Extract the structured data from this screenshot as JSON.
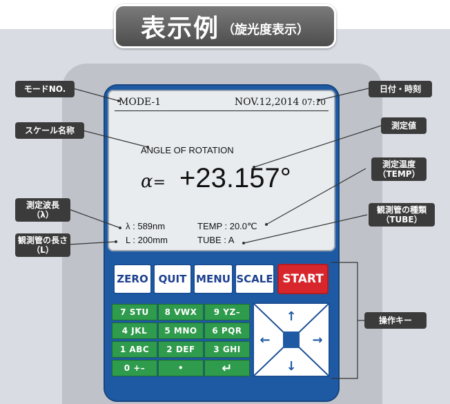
{
  "title": {
    "main": "表示例",
    "sub": "（旋光度表示）"
  },
  "screen": {
    "mode": "MODE-1",
    "date": "NOV.12,2014",
    "time": "07:10",
    "scale_name": "ANGLE OF ROTATION",
    "alpha_symbol": "α",
    "alpha_eq": "=",
    "value": "+23.157°",
    "wavelength": "λ : 589nm",
    "temp": "TEMP : 20.0℃",
    "length": "L : 200mm",
    "tube": "TUBE : A"
  },
  "function_keys": [
    "ZERO",
    "QUIT",
    "MENU",
    "SCALE",
    "START"
  ],
  "numpad": [
    [
      "7 STU",
      "8 VWX",
      "9 YZ–"
    ],
    [
      "4 JKL",
      "5 MNO",
      "6 PQR"
    ],
    [
      "1 ABC",
      "2 DEF",
      "3 GHI"
    ],
    [
      "0 +–",
      "•",
      "↵"
    ]
  ],
  "dpad": {
    "up": "↑",
    "down": "↓",
    "left": "←",
    "right": "→"
  },
  "callouts": {
    "mode_no": "モードNO.",
    "scale_name": "スケール名称",
    "wavelength_l1": "測定波長",
    "wavelength_l2": "（λ）",
    "tube_length_l1": "観測管の長さ",
    "tube_length_l2": "（L）",
    "datetime": "日付・時刻",
    "measured_value": "測定値",
    "temp_l1": "測定温度",
    "temp_l2": "（TEMP）",
    "tube_type_l1": "観測管の種類",
    "tube_type_l2": "（TUBE）",
    "operation_keys": "操作キー"
  },
  "colors": {
    "device_blue": "#1e5aa3",
    "start_red": "#d7262c",
    "numpad_green": "#2f9b4d",
    "callout_bg": "#3b3b3b"
  }
}
